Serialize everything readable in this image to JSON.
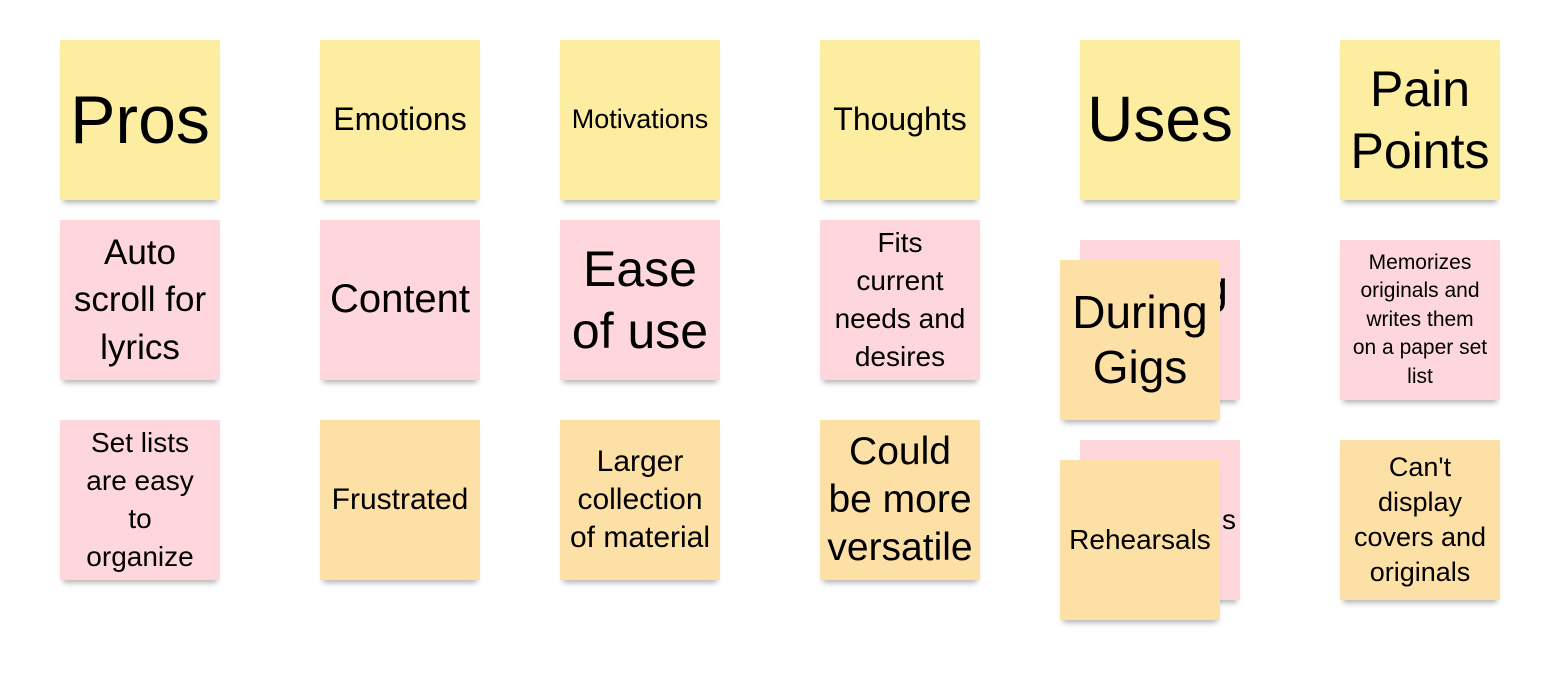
{
  "colors": {
    "header_note": "#fdeda1",
    "pink_note": "#fdd7db",
    "orange_note": "#fde0a6"
  },
  "headers": {
    "pros": "Pros",
    "emotions": "Emotions",
    "motivations": "Motivations",
    "thoughts": "Thoughts",
    "uses": "Uses",
    "pain_points": [
      "Pain",
      "Points"
    ]
  },
  "pros": {
    "note1": [
      "Auto",
      "scroll for",
      "lyrics"
    ],
    "note2": [
      "Set lists",
      "are easy",
      "to",
      "organize"
    ]
  },
  "emotions": {
    "note1": "Content",
    "note2": "Frustrated"
  },
  "motivations": {
    "note1": [
      "Ease",
      "of use"
    ],
    "note2": [
      "Larger",
      "collection",
      "of material"
    ]
  },
  "thoughts": {
    "note1": [
      "Fits",
      "current",
      "needs and",
      "desires"
    ],
    "note2": [
      "Could",
      "be more",
      "versatile"
    ]
  },
  "uses": {
    "note1_back_fragment": "g",
    "note1": [
      "During",
      "Gigs"
    ],
    "note2_back_fragment": "s",
    "note2": "Rehearsals"
  },
  "pain_points": {
    "note1": [
      "Memorizes",
      "originals and",
      "writes them",
      "on a paper set",
      "list"
    ],
    "note2": [
      "Can't",
      "display",
      "covers and",
      "originals"
    ]
  }
}
